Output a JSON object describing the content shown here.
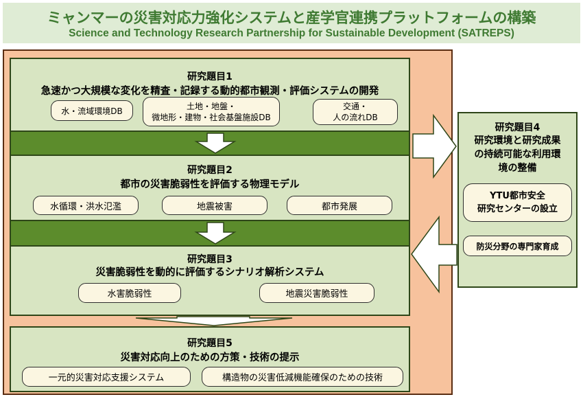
{
  "header": {
    "title_jp": "ミャンマーの災害対応力強化システムと産学官連携プラットフォームの構築",
    "title_en": "Science and Technology Research Partnership for Sustainable Development (SATREPS)"
  },
  "topics": [
    {
      "label": "研究題目1",
      "title": "急速かつ大規模な変化を精査・記録する動的都市観測・評価システムの開発",
      "items": [
        {
          "lines": [
            "水・流域環境DB"
          ]
        },
        {
          "lines": [
            "土地・地盤・",
            "微地形・建物・社会基盤施設DB"
          ]
        },
        {
          "lines": [
            "交通・",
            "人の流れDB"
          ]
        }
      ]
    },
    {
      "label": "研究題目2",
      "title": "都市の災害脆弱性を評価する物理モデル",
      "items": [
        {
          "lines": [
            "水循環・洪水氾濫"
          ]
        },
        {
          "lines": [
            "地震被害"
          ]
        },
        {
          "lines": [
            "都市発展"
          ]
        }
      ]
    },
    {
      "label": "研究題目3",
      "title": "災害脆弱性を動的に評価するシナリオ解析システム",
      "items": [
        {
          "lines": [
            "水害脆弱性"
          ]
        },
        {
          "lines": [
            "地震災害脆弱性"
          ]
        }
      ]
    },
    {
      "label": "研究題目4",
      "title_lines": [
        "研究環境と研究成果",
        "の持続可能な利用環",
        "境の整備"
      ],
      "items": [
        {
          "lines": [
            "YTU都市安全",
            "研究センターの設立"
          ]
        },
        {
          "lines": [
            "防災分野の専門家育成"
          ]
        }
      ]
    },
    {
      "label": "研究題目5",
      "title": "災害対応向上のための方策・技術の提示",
      "items": [
        {
          "lines": [
            "一元的災害対応支援システム"
          ]
        },
        {
          "lines": [
            "構造物の災害低減機能確保のための技術"
          ]
        }
      ]
    }
  ],
  "colors": {
    "header_bg": "#dfecd5",
    "header_text": "#3f7a32",
    "outer_frame": "#f7c29d",
    "inner_frame": "#5c8c2c",
    "panel_bg": "#d8e5c2",
    "pill_bg": "#fbf6e1"
  }
}
